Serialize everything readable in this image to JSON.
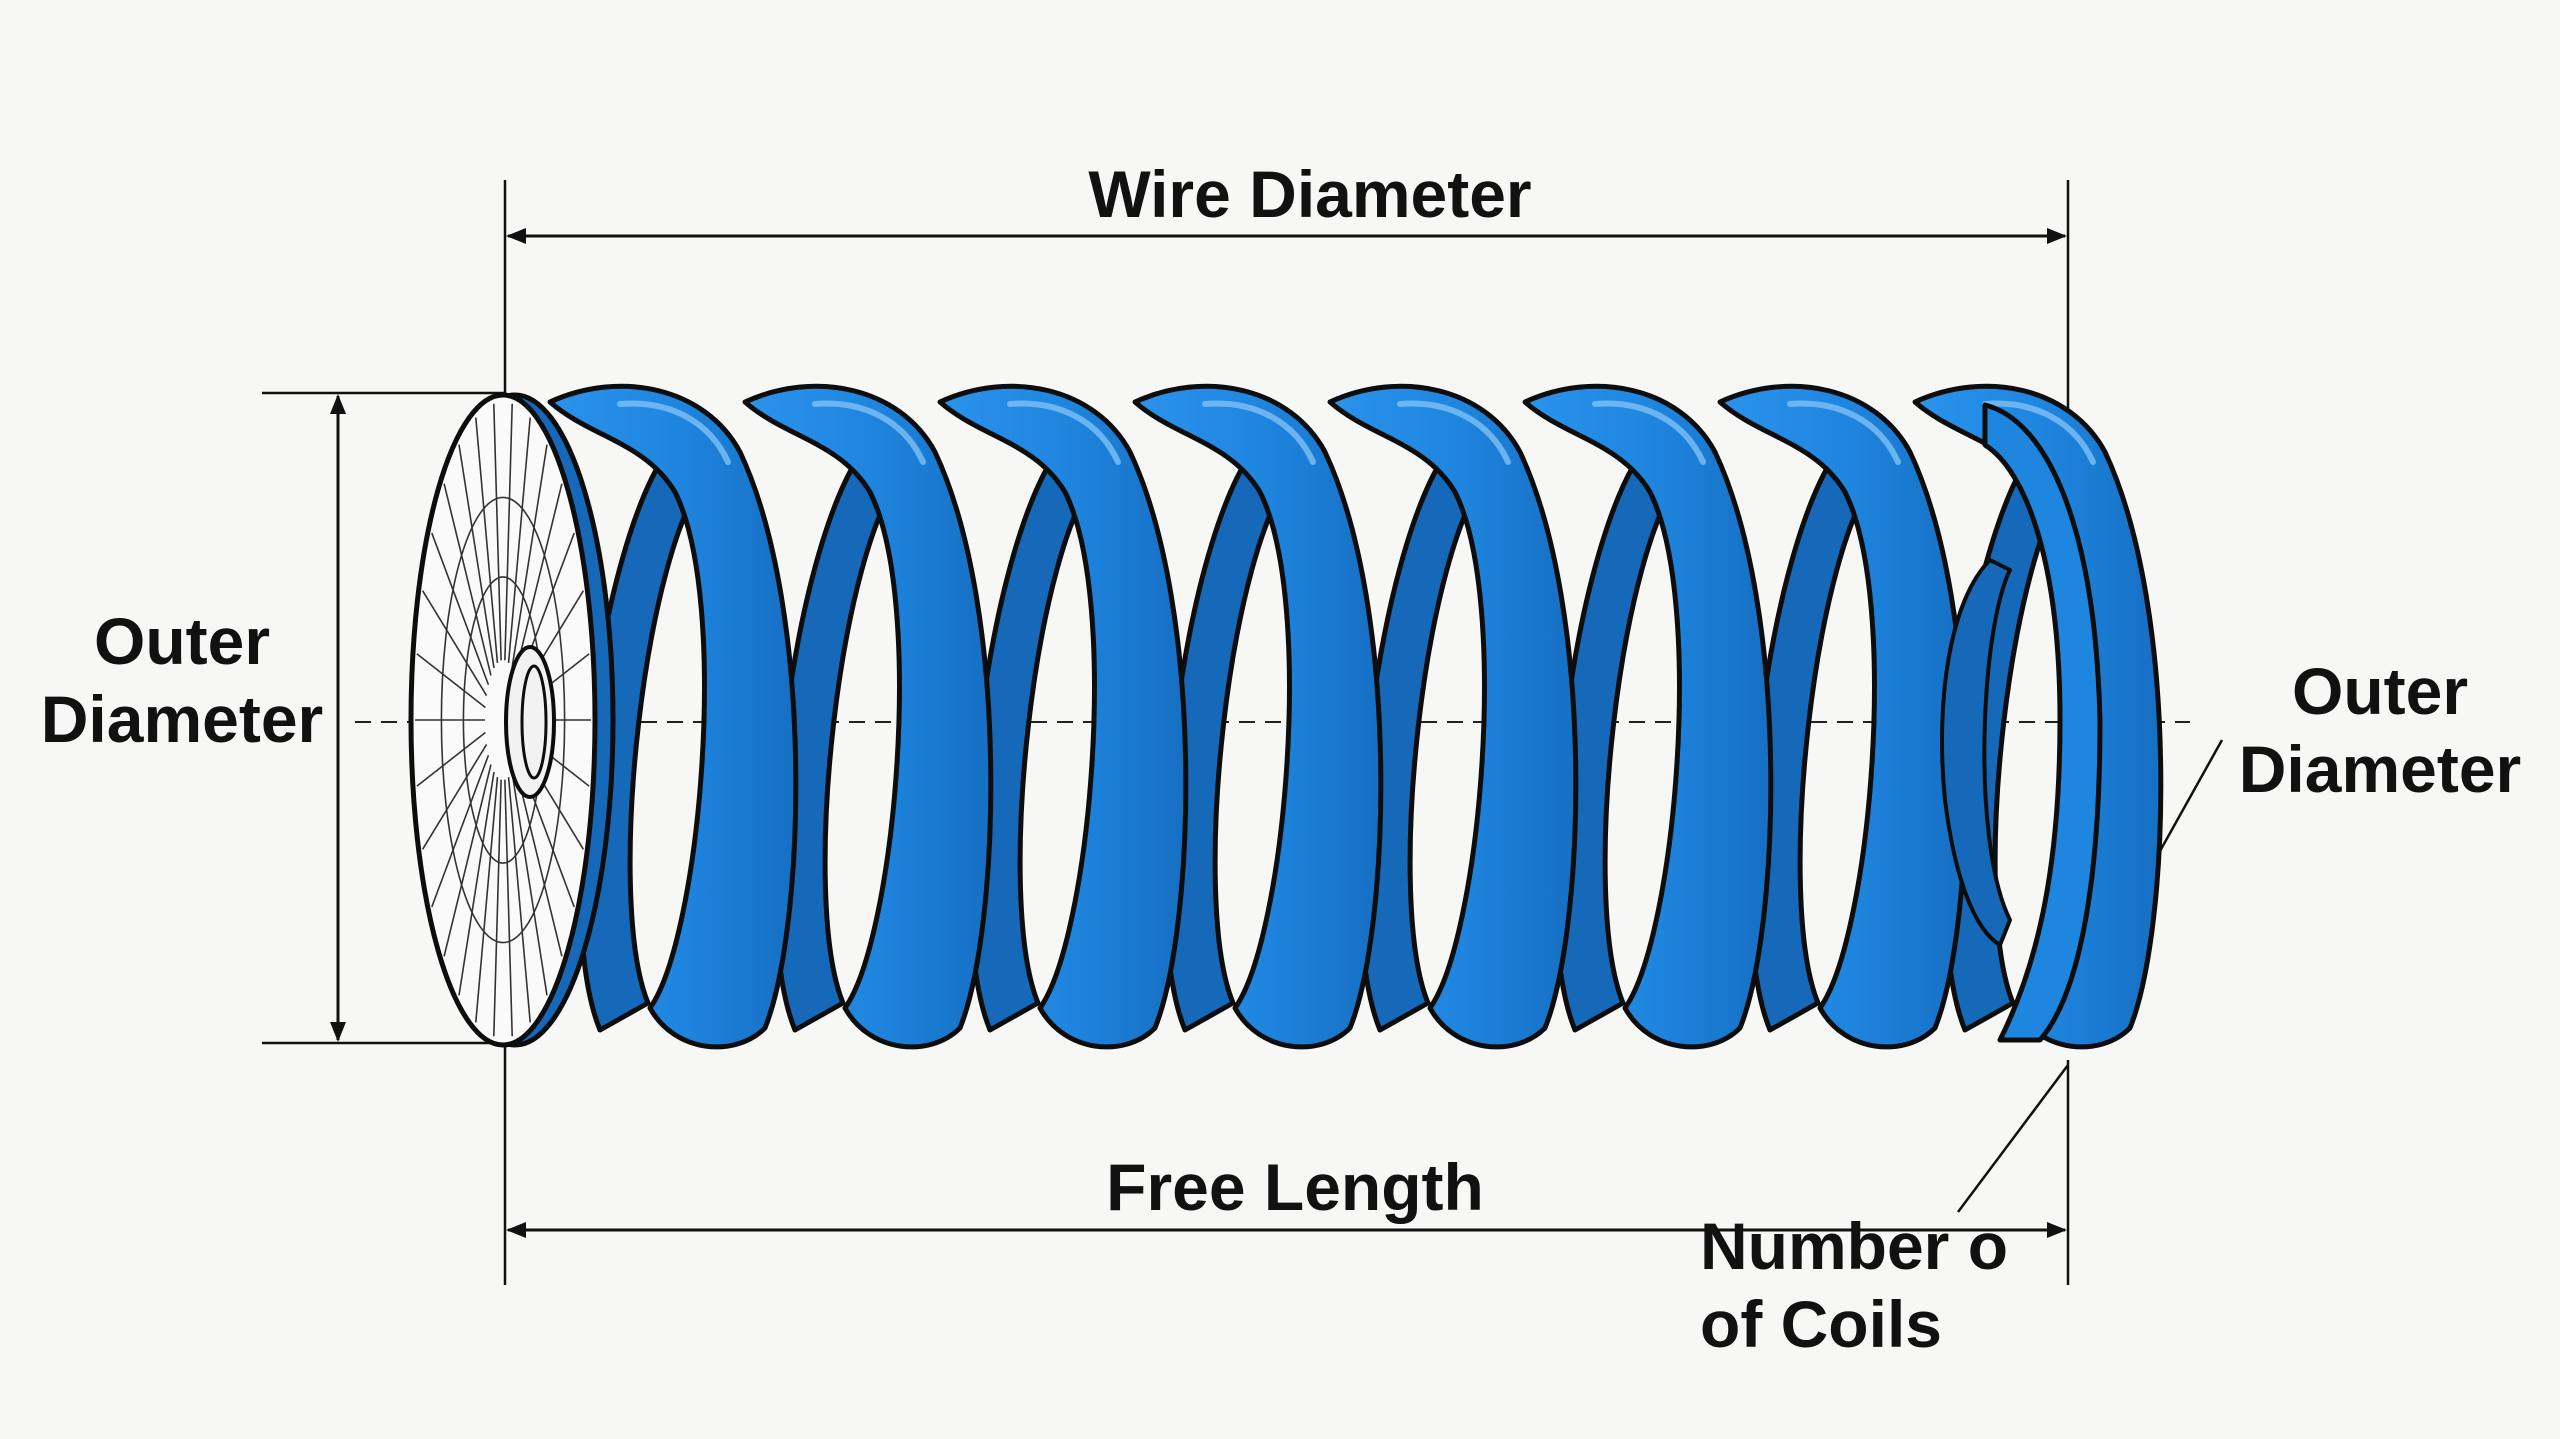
{
  "labels": {
    "top_dimension": "Wire Diameter",
    "left_diameter_line1": "Outer",
    "left_diameter_line2": "Diameter",
    "right_diameter_line1": "Outer",
    "right_diameter_line2": "Diameter",
    "bottom_dimension": "Free Length",
    "coils_line1": "Number o",
    "coils_line2": "of Coils"
  },
  "colors": {
    "spring_blue": "#1f86e0",
    "spring_dark_blue": "#1668b8",
    "outline": "#0d0d0d",
    "background": "#f7f7f6",
    "end_cap": "#fafafa"
  },
  "spring": {
    "visible_turns": 8
  }
}
